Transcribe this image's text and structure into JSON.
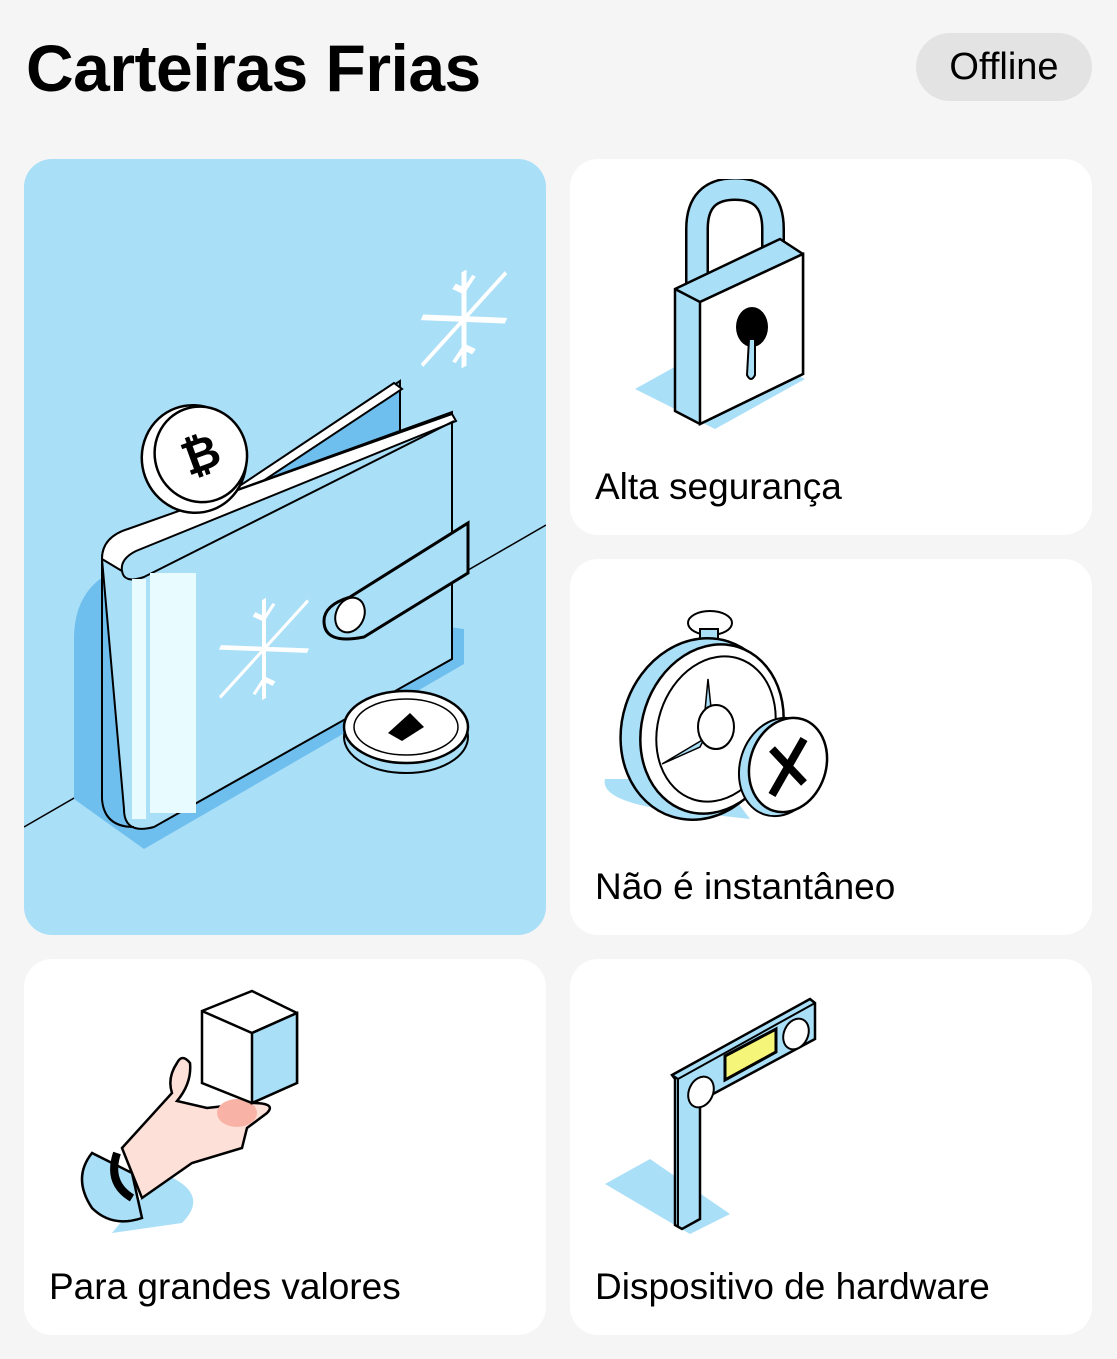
{
  "header": {
    "title": "Carteiras Frias",
    "status_badge": "Offline"
  },
  "cards": [
    {
      "id": "hero",
      "label": "",
      "illustration": "wallet-with-crypto-coins-and-snowflakes"
    },
    {
      "id": "security",
      "label": "Alta segurança",
      "illustration": "padlock-icon"
    },
    {
      "id": "not-instant",
      "label": "Não é instantâneo",
      "illustration": "stopwatch-with-x-icon"
    },
    {
      "id": "large-values",
      "label": "Para grandes valores",
      "illustration": "hand-holding-cube-icon"
    },
    {
      "id": "hardware",
      "label": "Dispositivo de hardware",
      "illustration": "hardware-wallet-device-icon"
    }
  ],
  "colors": {
    "background": "#f5f5f5",
    "card": "#ffffff",
    "hero_card": "#aadff8",
    "accent_blue": "#a9dcf5",
    "dark_blue": "#6fbfee",
    "badge_bg": "#e3e3e3",
    "screen_yellow": "#f5f57a",
    "skin": "#fde0d8"
  }
}
